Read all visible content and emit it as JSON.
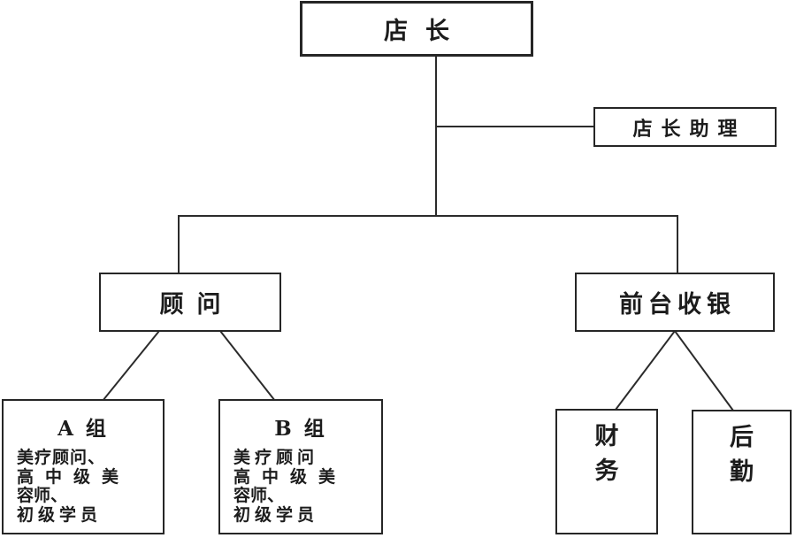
{
  "diagram": {
    "colors": {
      "background": "#ffffff",
      "line": "#2b2b2b",
      "border": "#262626",
      "text": "#1c1c1c"
    },
    "nodes": {
      "store_manager": {
        "label": "店长"
      },
      "manager_assistant": {
        "label": "店长助理"
      },
      "consultant": {
        "label": "顾问"
      },
      "front_desk_cashier": {
        "label": "前台收银"
      },
      "group_a": {
        "title": "A 组",
        "lines": [
          "美疗顾问、",
          "高中级美",
          "容师、",
          "初级学员"
        ]
      },
      "group_b": {
        "title": "B 组",
        "lines": [
          "美疗顾问",
          "高中级美",
          "容师、",
          "初级学员"
        ]
      },
      "finance": {
        "chars": [
          "财",
          "务"
        ]
      },
      "logistics": {
        "chars": [
          "后",
          "勤"
        ]
      }
    }
  }
}
